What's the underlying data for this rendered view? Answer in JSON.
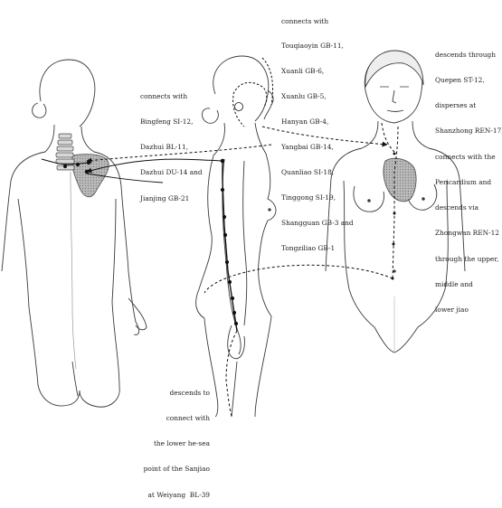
{
  "annotations": {
    "left": {
      "lines": [
        "connects with",
        "Bingfeng SI-12,",
        "Dazhui BL-11,",
        "Dazhui DU-14 and",
        "Jianjing GB-21"
      ]
    },
    "top_center": {
      "lines": [
        "connects with",
        "Touqiaoyin GB-11,",
        "Xuanli GB-6,",
        "Xuanlu GB-5,",
        "Hanyan GB-4,",
        "Yangbai GB-14,",
        "Quanliao SI-18,",
        "Tinggong SI-19,",
        "Shangguan GB-3 and",
        "Tongziliao GB-1"
      ]
    },
    "right": {
      "lines": [
        "descends through",
        "Quepen ST-12,",
        "disperses at",
        "Shanzhong REN-17,",
        "connects with the",
        "Pericardium and",
        "descends via",
        "Zhongwan REN-12",
        "through the upper,",
        "middle and",
        "lower jiao"
      ]
    },
    "bottom": {
      "lines": [
        "descends to",
        "connect with",
        "the lower he-sea",
        "point of the Sanjiao",
        "at Weiyang  BL-39"
      ]
    }
  }
}
